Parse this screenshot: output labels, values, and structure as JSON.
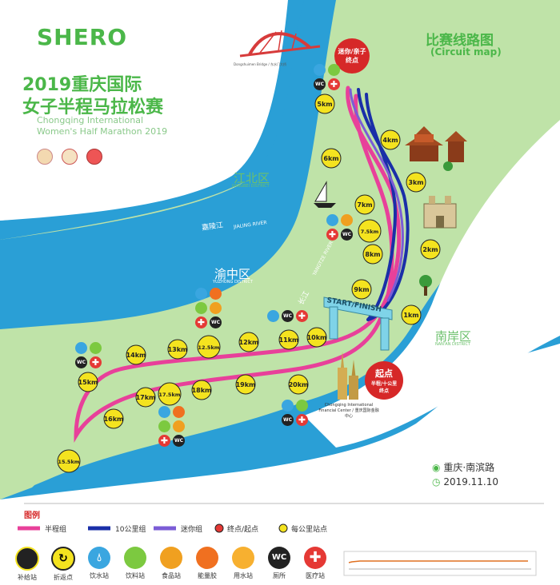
{
  "brand": {
    "logo_text": "SHERO"
  },
  "event": {
    "title_line1": "2019重庆国际",
    "title_line2": "女子半程马拉松赛",
    "subtitle_line1": "Chongqing International",
    "subtitle_line2": "Women's Half Marathon 2019"
  },
  "map_title": {
    "cn": "比赛线路图",
    "en": "(Circuit map)"
  },
  "districts": {
    "jiangbei": "江北区",
    "jiangbei_en": "JIANGBEI DISTRICT",
    "yuzhong": "渝中区",
    "yuzhong_en": "YUZHONG DISTRICT",
    "nanan": "南岸区",
    "nanan_en": "NAN'AN DISTRICT"
  },
  "rivers": {
    "jialing": "嘉陵江",
    "jialing_en": "JIALING RIVER",
    "changjiang": "长江",
    "changjiang_en": "YANGTZE RIVER"
  },
  "landmarks": {
    "bridge": "Dongshuimen Bridge / 东水门大桥",
    "ifc": "Chongqing International Financial Center / 重庆国际金融中心"
  },
  "mini_finish": {
    "text": "迷你/亲子终点"
  },
  "start_point": {
    "line1": "起点",
    "line2": "半程/十公里",
    "line3": "终点"
  },
  "start_finish_arch": "START/FINISH",
  "km_markers": [
    {
      "label": "1km"
    },
    {
      "label": "2km"
    },
    {
      "label": "3km"
    },
    {
      "label": "4km"
    },
    {
      "label": "5km"
    },
    {
      "label": "6km"
    },
    {
      "label": "7km"
    },
    {
      "label": "7.5km"
    },
    {
      "label": "8km"
    },
    {
      "label": "9km"
    },
    {
      "label": "10km"
    },
    {
      "label": "11km"
    },
    {
      "label": "12km"
    },
    {
      "label": "12.5km"
    },
    {
      "label": "13km"
    },
    {
      "label": "14km"
    },
    {
      "label": "15km"
    },
    {
      "label": "15.5km"
    },
    {
      "label": "16km"
    },
    {
      "label": "17km"
    },
    {
      "label": "17.5km"
    },
    {
      "label": "18km"
    },
    {
      "label": "19km"
    },
    {
      "label": "20km"
    }
  ],
  "info": {
    "location": "重庆·南滨路",
    "date": "2019.11.10"
  },
  "legend": {
    "title": "图例",
    "routes": [
      {
        "label": "半程组",
        "color": "#e8409a"
      },
      {
        "label": "10公里组",
        "color": "#1a2fa8"
      },
      {
        "label": "迷你组",
        "color": "#7b5cd6"
      }
    ],
    "points": [
      {
        "label": "终点/起点"
      },
      {
        "label": "每公里站点"
      }
    ],
    "stations": [
      {
        "label": "补给站",
        "icon": "supply-icon"
      },
      {
        "label": "折返点",
        "icon": "turnaround-icon"
      },
      {
        "label": "饮水站",
        "icon": "water-drop-icon"
      },
      {
        "label": "饮料站",
        "icon": "drink-icon"
      },
      {
        "label": "食品站",
        "icon": "banana-icon"
      },
      {
        "label": "能量胶",
        "icon": "energy-gel-icon"
      },
      {
        "label": "用水站",
        "icon": "sponge-icon"
      },
      {
        "label": "厕所",
        "icon": "wc-icon",
        "text": "WC"
      },
      {
        "label": "医疗站",
        "icon": "medical-cross-icon"
      }
    ]
  },
  "colors": {
    "river": "#2a9fd6",
    "land": "#bfe3a8",
    "half": "#e8409a",
    "ten_k": "#1a2fa8",
    "mini": "#7b5cd6",
    "marker": "#f4e31f",
    "title_green": "#4bb749",
    "red": "#e53935"
  }
}
